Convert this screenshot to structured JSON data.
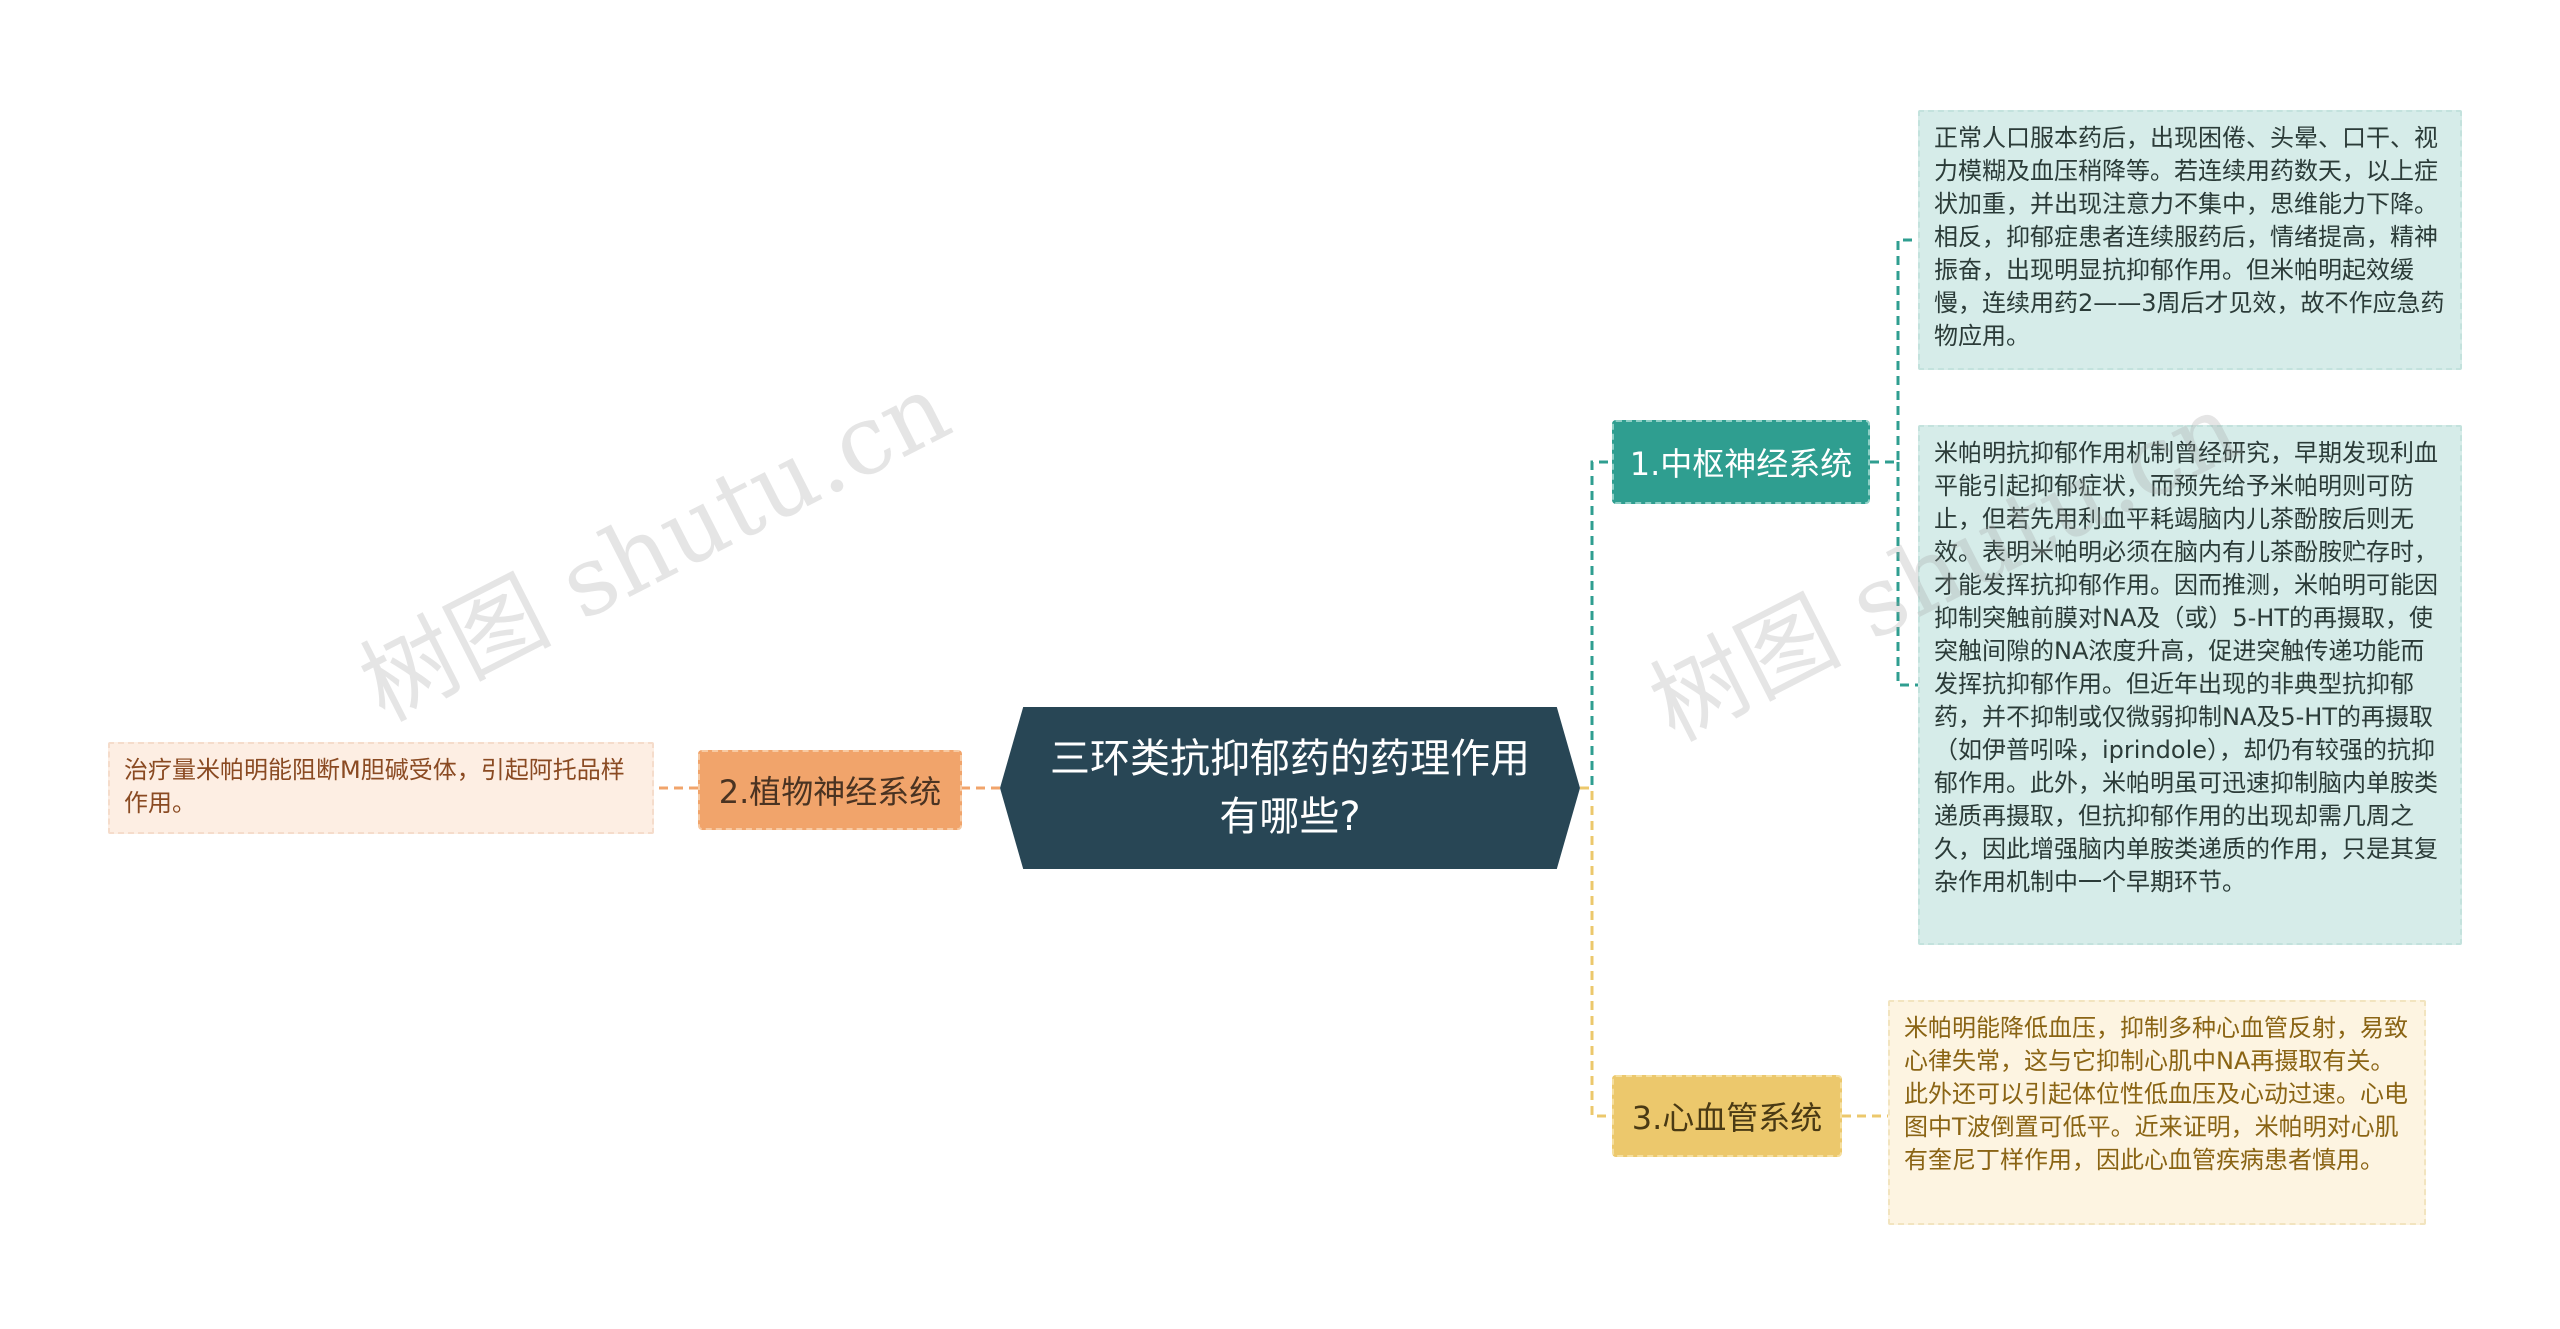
{
  "watermark": "树图 shutu.cn",
  "colors": {
    "center": "#284655",
    "branch1": "#2f9e90",
    "branch2": "#f1a46b",
    "branch3": "#ecc86c"
  },
  "center": {
    "title": "三环类抗抑郁药的药理作用有哪些?"
  },
  "branches": [
    {
      "label": "1.中枢神经系统",
      "leaves": [
        "正常人口服本药后，出现困倦、头晕、口干、视力模糊及血压稍降等。若连续用药数天，以上症状加重，并出现注意力不集中，思维能力下降。相反，抑郁症患者连续服药后，情绪提高，精神振奋，出现明显抗抑郁作用。但米帕明起效缓慢，连续用药2——3周后才见效，故不作应急药物应用。",
        "米帕明抗抑郁作用机制曾经研究，早期发现利血平能引起抑郁症状，而预先给予米帕明则可防止，但若先用利血平耗竭脑内儿茶酚胺后则无效。表明米帕明必须在脑内有儿茶酚胺贮存时，才能发挥抗抑郁作用。因而推测，米帕明可能因抑制突触前膜对NA及（或）5-HT的再摄取，使突触间隙的NA浓度升高，促进突触传递功能而发挥抗抑郁作用。但近年出现的非典型抗抑郁药，并不抑制或仅微弱抑制NA及5-HT的再摄取（如伊普吲哚，iprindole），却仍有较强的抗抑郁作用。此外，米帕明虽可迅速抑制脑内单胺类递质再摄取，但抗抑郁作用的出现却需几周之久，因此增强脑内单胺类递质的作用，只是其复杂作用机制中一个早期环节。"
      ]
    },
    {
      "label": "2.植物神经系统",
      "leaves": [
        "治疗量米帕明能阻断M胆碱受体，引起阿托品样作用。"
      ]
    },
    {
      "label": "3.心血管系统",
      "leaves": [
        "米帕明能降低血压，抑制多种心血管反射，易致心律失常，这与它抑制心肌中NA再摄取有关。此外还可以引起体位性低血压及心动过速。心电图中T波倒置可低平。近来证明，米帕明对心肌有奎尼丁样作用，因此心血管疾病患者慎用。"
      ]
    }
  ]
}
